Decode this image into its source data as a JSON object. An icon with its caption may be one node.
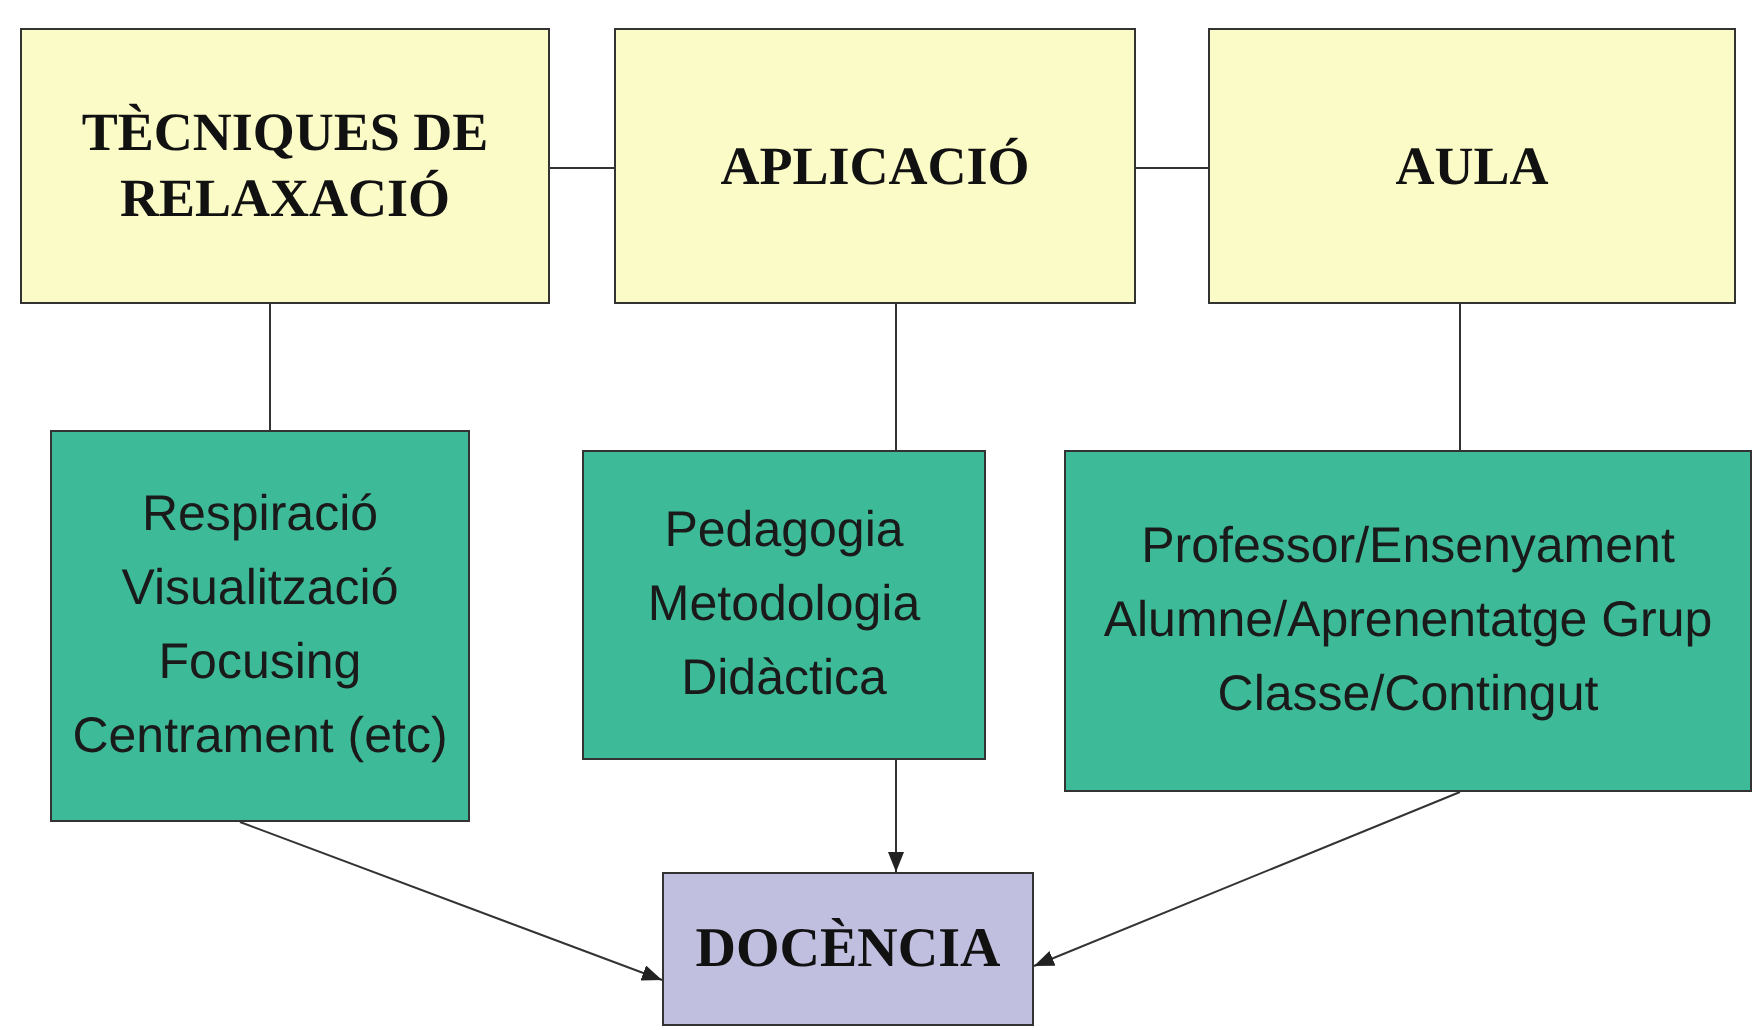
{
  "diagram": {
    "nodes": [
      {
        "text": [
          "TÈCNIQUES DE RELAXACIÓ"
        ]
      },
      {
        "text": [
          "APLICACIÓ"
        ]
      },
      {
        "text": [
          "AULA"
        ]
      },
      {
        "text": [
          "Respiració Visualització Focusing Centrament (etc)"
        ]
      },
      {
        "text": [
          "Pedagogia Metodologia Didàctica"
        ]
      },
      {
        "text": [
          "Professor/Ensenyament Alumne/Aprenentatge Grup Classe/Contingut"
        ]
      },
      {
        "text": [
          "DOCÈNCIA"
        ]
      }
    ],
    "edges": [
      {
        "from": 0,
        "to": 1,
        "arrow": "none"
      },
      {
        "from": 1,
        "to": 2,
        "arrow": "none"
      },
      {
        "from": 0,
        "to": 3,
        "arrow": "none"
      },
      {
        "from": 1,
        "to": 4,
        "arrow": "none"
      },
      {
        "from": 2,
        "to": 5,
        "arrow": "none"
      },
      {
        "from": 3,
        "to": 6,
        "arrow": "to"
      },
      {
        "from": 4,
        "to": 6,
        "arrow": "to"
      },
      {
        "from": 5,
        "to": 6,
        "arrow": "to"
      }
    ]
  }
}
